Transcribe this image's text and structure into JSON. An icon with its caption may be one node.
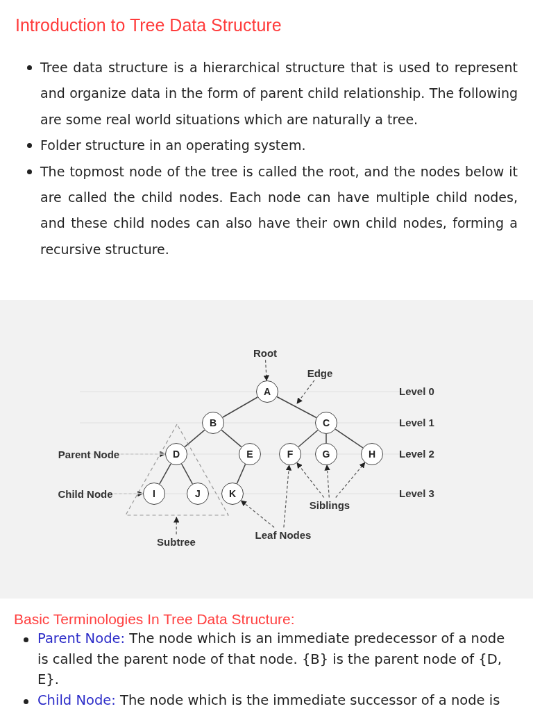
{
  "diagram": {
    "title": "Introduction to Tree Data Structure",
    "nodes": [
      {
        "text": [
          "Root"
        ]
      },
      {
        "text": [
          "Edge"
        ]
      },
      {
        "text": [
          "A"
        ]
      },
      {
        "text": [
          "B"
        ]
      },
      {
        "text": [
          "C"
        ]
      },
      {
        "text": [],
        "shape": "triangle"
      },
      {
        "text": [
          "Parent Node"
        ]
      },
      {
        "text": [
          "D"
        ],
        "in": 5
      },
      {
        "text": [
          "E"
        ]
      },
      {
        "text": [
          "F"
        ]
      },
      {
        "text": [
          "G"
        ]
      },
      {
        "text": [
          "H"
        ]
      },
      {
        "text": [
          "Child Node"
        ]
      },
      {
        "text": [
          "I"
        ],
        "in": 5
      },
      {
        "text": [
          "J"
        ],
        "in": 5
      },
      {
        "text": [
          "K"
        ]
      },
      {
        "text": [
          "Siblings"
        ]
      },
      {
        "text": [
          "Leaf Nodes"
        ]
      },
      {
        "text": [
          "Subtree"
        ]
      }
    ],
    "edges": [
      {
        "from": 2,
        "to": 3,
        "arrow": "none"
      },
      {
        "from": 2,
        "to": 4,
        "arrow": "none"
      },
      {
        "from": 3,
        "to": 7,
        "arrow": "none"
      },
      {
        "from": 3,
        "to": 8,
        "arrow": "none"
      },
      {
        "from": 4,
        "to": 9,
        "arrow": "none"
      },
      {
        "from": 4,
        "to": 10,
        "arrow": "none"
      },
      {
        "from": 4,
        "to": 11,
        "arrow": "none"
      },
      {
        "from": 7,
        "to": 13,
        "arrow": "none"
      },
      {
        "from": 7,
        "to": 14,
        "arrow": "none"
      },
      {
        "from": 8,
        "to": 15,
        "arrow": "none"
      },
      {
        "from": 0,
        "to": 2,
        "arrow": "to",
        "style": "dashed"
      },
      {
        "from": 1,
        "to": null,
        "arrow": "to",
        "style": "dashed"
      },
      {
        "from": 6,
        "to": 7,
        "arrow": "to",
        "style": "dashed"
      },
      {
        "from": 12,
        "to": 13,
        "arrow": "to",
        "style": "dashed"
      },
      {
        "from": 16,
        "to": 9,
        "arrow": "to",
        "style": "dashed"
      },
      {
        "from": 16,
        "to": 10,
        "arrow": "to",
        "style": "dashed"
      },
      {
        "from": 16,
        "to": 11,
        "arrow": "to",
        "style": "dashed"
      },
      {
        "from": 17,
        "to": 15,
        "arrow": "to",
        "style": "dashed"
      },
      {
        "from": 17,
        "to": 9,
        "arrow": "to",
        "style": "dashed"
      },
      {
        "from": 18,
        "to": 5,
        "arrow": "to",
        "style": "dashed"
      }
    ],
    "labels": [
      "Tree data structure is a hierarchical structure that is used to represent and organize data in the form of parent child relationship. The following are some real world situations which are naturally a tree.",
      "Folder structure in an operating system.",
      "The topmost node of the tree is called the root, and the nodes below it are called the child nodes. Each node can have multiple child nodes, and these child nodes can also have their own child nodes, forming a recursive structure.",
      "Level 0",
      "Level 1",
      "Level 2",
      "Level 3",
      "Basic Terminologies In Tree Data Structure:",
      "Parent Node:",
      "The node which is an immediate predecessor of a node is called the parent node of that node. {B} is the parent node of {D, E}.",
      "Child Node:",
      "The node which is the immediate successor of a node is"
    ]
  }
}
